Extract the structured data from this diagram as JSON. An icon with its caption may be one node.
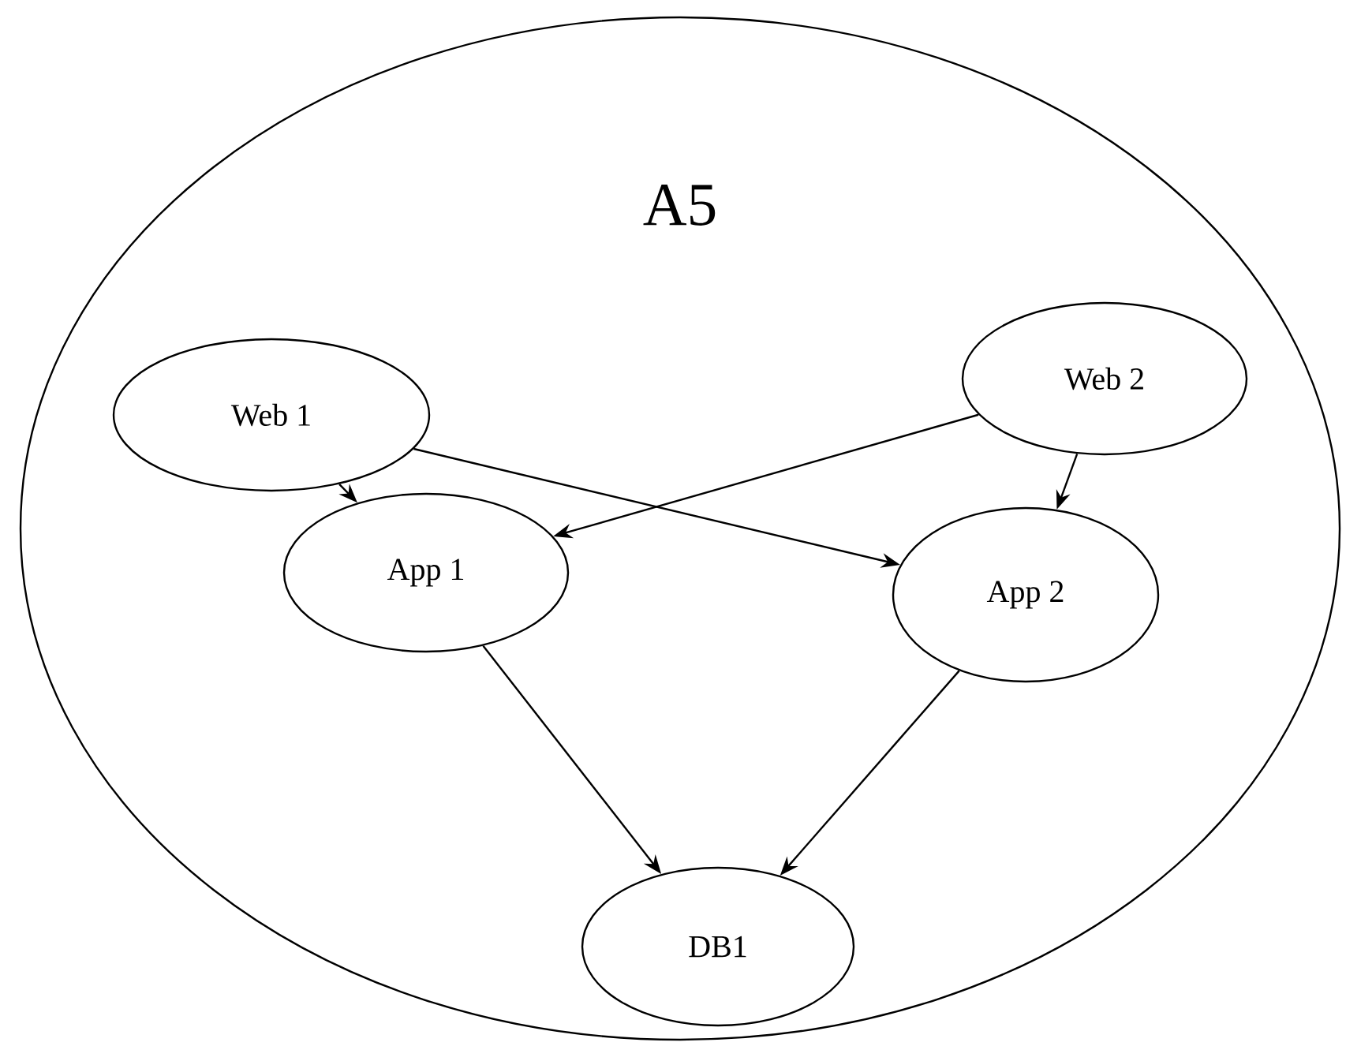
{
  "diagram": {
    "nodes": [
      {
        "text": [
          "A5"
        ]
      },
      {
        "text": [
          "Web 1"
        ],
        "in": 0
      },
      {
        "text": [
          "Web 2"
        ],
        "in": 0
      },
      {
        "text": [
          "App 1"
        ],
        "in": 0
      },
      {
        "text": [
          "App 2"
        ],
        "in": 0
      },
      {
        "text": [
          "DB1"
        ],
        "in": 0
      }
    ],
    "edges": [
      {
        "from": 1,
        "to": 3,
        "arrow": "to"
      },
      {
        "from": 1,
        "to": 4,
        "arrow": "to"
      },
      {
        "from": 2,
        "to": 3,
        "arrow": "to"
      },
      {
        "from": 2,
        "to": 4,
        "arrow": "to"
      },
      {
        "from": 3,
        "to": 5,
        "arrow": "to"
      },
      {
        "from": 4,
        "to": 5,
        "arrow": "to"
      }
    ]
  }
}
